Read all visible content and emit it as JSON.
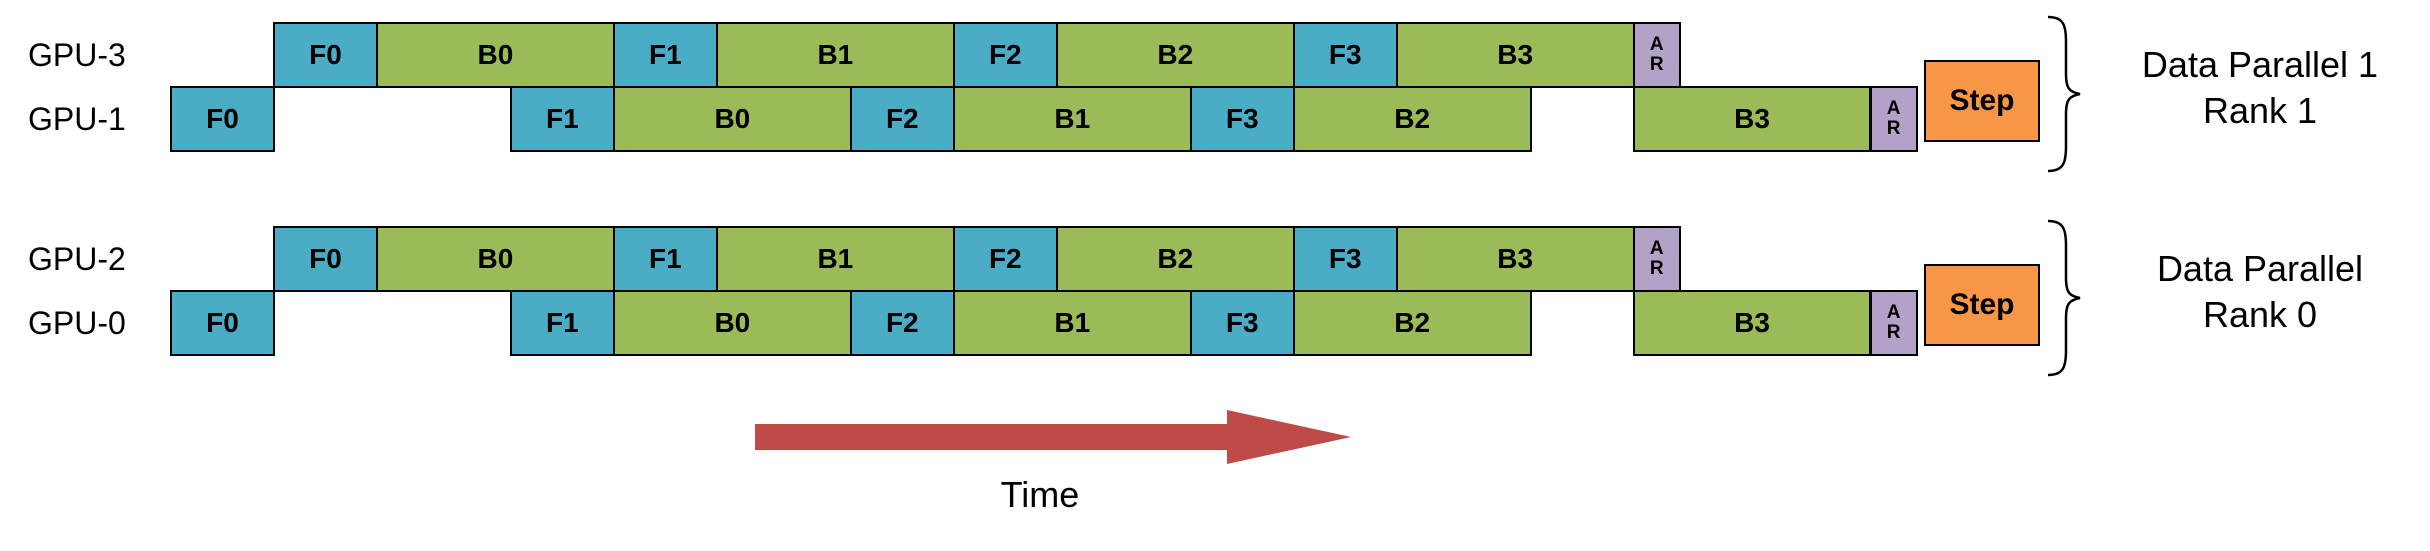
{
  "colors": {
    "forward": "#4BACC6",
    "backward": "#9BBB59",
    "allreduce": "#B3A2C7",
    "step": "#F79646",
    "arrow": "#BE4B48",
    "border": "#000000"
  },
  "arrow_label": "Time",
  "groups": [
    {
      "id": "rank1",
      "label_lines": [
        "Data Parallel 1",
        "Rank 1"
      ],
      "step_label": "Step",
      "rows": [
        {
          "gpu_label": "GPU-3",
          "blocks": [
            {
              "label": "F0",
              "type": "forward",
              "start": 1.0,
              "width": 1.0
            },
            {
              "label": "B0",
              "type": "backward",
              "start": 2.0,
              "width": 2.3
            },
            {
              "label": "F1",
              "type": "forward",
              "start": 4.3,
              "width": 1.0
            },
            {
              "label": "B1",
              "type": "backward",
              "start": 5.3,
              "width": 2.3
            },
            {
              "label": "F2",
              "type": "forward",
              "start": 7.6,
              "width": 1.0
            },
            {
              "label": "B2",
              "type": "backward",
              "start": 8.6,
              "width": 2.3
            },
            {
              "label": "F3",
              "type": "forward",
              "start": 10.9,
              "width": 1.0
            },
            {
              "label": "B3",
              "type": "backward",
              "start": 11.9,
              "width": 2.3
            },
            {
              "label": "AR",
              "type": "allreduce",
              "start": 14.2,
              "width": 0.45,
              "stacked": true
            }
          ]
        },
        {
          "gpu_label": "GPU-1",
          "blocks": [
            {
              "label": "F0",
              "type": "forward",
              "start": 0.0,
              "width": 1.0
            },
            {
              "label": "F1",
              "type": "forward",
              "start": 3.3,
              "width": 1.0
            },
            {
              "label": "B0",
              "type": "backward",
              "start": 4.3,
              "width": 2.3
            },
            {
              "label": "F2",
              "type": "forward",
              "start": 6.6,
              "width": 1.0
            },
            {
              "label": "B1",
              "type": "backward",
              "start": 7.6,
              "width": 2.3
            },
            {
              "label": "F3",
              "type": "forward",
              "start": 9.9,
              "width": 1.0
            },
            {
              "label": "B2",
              "type": "backward",
              "start": 10.9,
              "width": 2.3
            },
            {
              "label": "B3",
              "type": "backward",
              "start": 14.2,
              "width": 2.3
            },
            {
              "label": "AR",
              "type": "allreduce",
              "start": 16.5,
              "width": 0.45,
              "stacked": true
            }
          ]
        }
      ]
    },
    {
      "id": "rank0",
      "label_lines": [
        "Data Parallel",
        "Rank 0"
      ],
      "step_label": "Step",
      "rows": [
        {
          "gpu_label": "GPU-2",
          "blocks": [
            {
              "label": "F0",
              "type": "forward",
              "start": 1.0,
              "width": 1.0
            },
            {
              "label": "B0",
              "type": "backward",
              "start": 2.0,
              "width": 2.3
            },
            {
              "label": "F1",
              "type": "forward",
              "start": 4.3,
              "width": 1.0
            },
            {
              "label": "B1",
              "type": "backward",
              "start": 5.3,
              "width": 2.3
            },
            {
              "label": "F2",
              "type": "forward",
              "start": 7.6,
              "width": 1.0
            },
            {
              "label": "B2",
              "type": "backward",
              "start": 8.6,
              "width": 2.3
            },
            {
              "label": "F3",
              "type": "forward",
              "start": 10.9,
              "width": 1.0
            },
            {
              "label": "B3",
              "type": "backward",
              "start": 11.9,
              "width": 2.3
            },
            {
              "label": "AR",
              "type": "allreduce",
              "start": 14.2,
              "width": 0.45,
              "stacked": true
            }
          ]
        },
        {
          "gpu_label": "GPU-0",
          "blocks": [
            {
              "label": "F0",
              "type": "forward",
              "start": 0.0,
              "width": 1.0
            },
            {
              "label": "F1",
              "type": "forward",
              "start": 3.3,
              "width": 1.0
            },
            {
              "label": "B0",
              "type": "backward",
              "start": 4.3,
              "width": 2.3
            },
            {
              "label": "F2",
              "type": "forward",
              "start": 6.6,
              "width": 1.0
            },
            {
              "label": "B1",
              "type": "backward",
              "start": 7.6,
              "width": 2.3
            },
            {
              "label": "F3",
              "type": "forward",
              "start": 9.9,
              "width": 1.0
            },
            {
              "label": "B2",
              "type": "backward",
              "start": 10.9,
              "width": 2.3
            },
            {
              "label": "B3",
              "type": "backward",
              "start": 14.2,
              "width": 2.3
            },
            {
              "label": "AR",
              "type": "allreduce",
              "start": 16.5,
              "width": 0.45,
              "stacked": true
            }
          ]
        }
      ]
    }
  ]
}
